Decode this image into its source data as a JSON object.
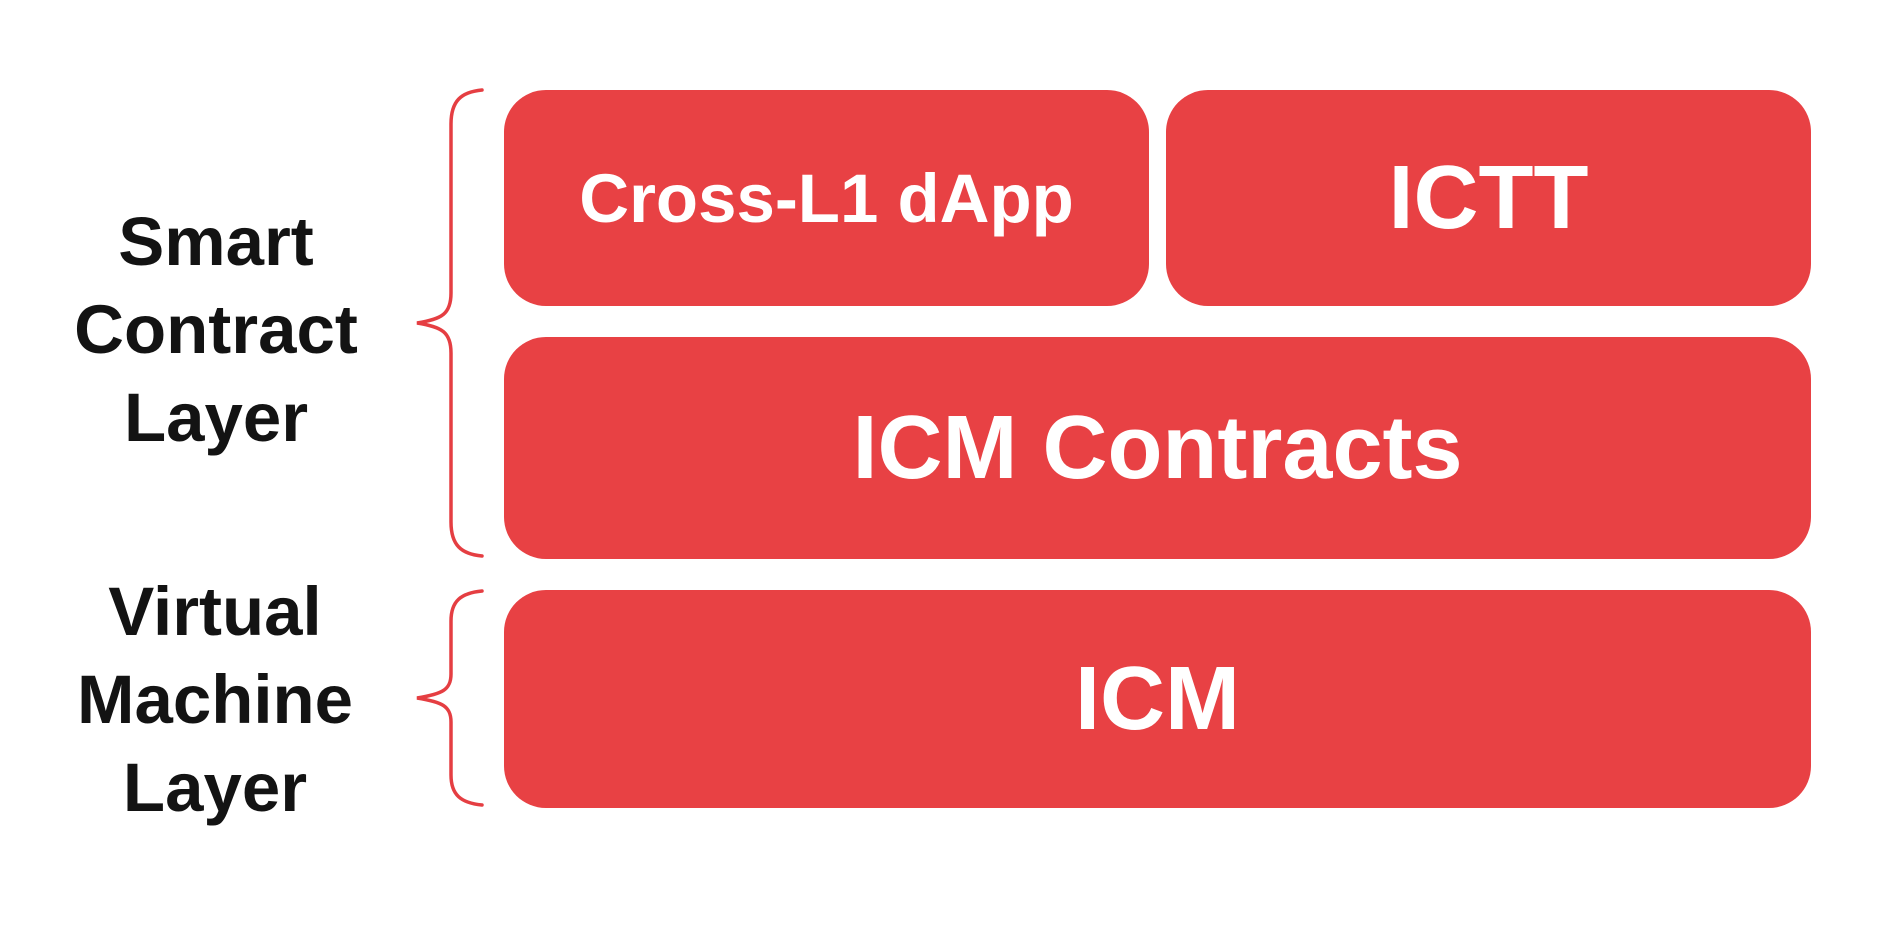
{
  "background": "#FFFFFF",
  "colors": {
    "box_fill": "#E84144",
    "box_text": "#FFFFFF",
    "brace_stroke": "#E53E42",
    "label_text": "#131313"
  },
  "left_labels": {
    "smart_contract_layer": {
      "lines": [
        "Smart",
        "Contract",
        "Layer"
      ]
    },
    "virtual_machine_layer": {
      "lines": [
        "Virtual",
        "Machine",
        "Layer"
      ]
    }
  },
  "boxes": {
    "cross_l1_dapp": {
      "label": "Cross-L1 dApp"
    },
    "ictt": {
      "label": "ICTT"
    },
    "icm_contracts": {
      "label": "ICM Contracts"
    },
    "icm": {
      "label": "ICM"
    }
  }
}
